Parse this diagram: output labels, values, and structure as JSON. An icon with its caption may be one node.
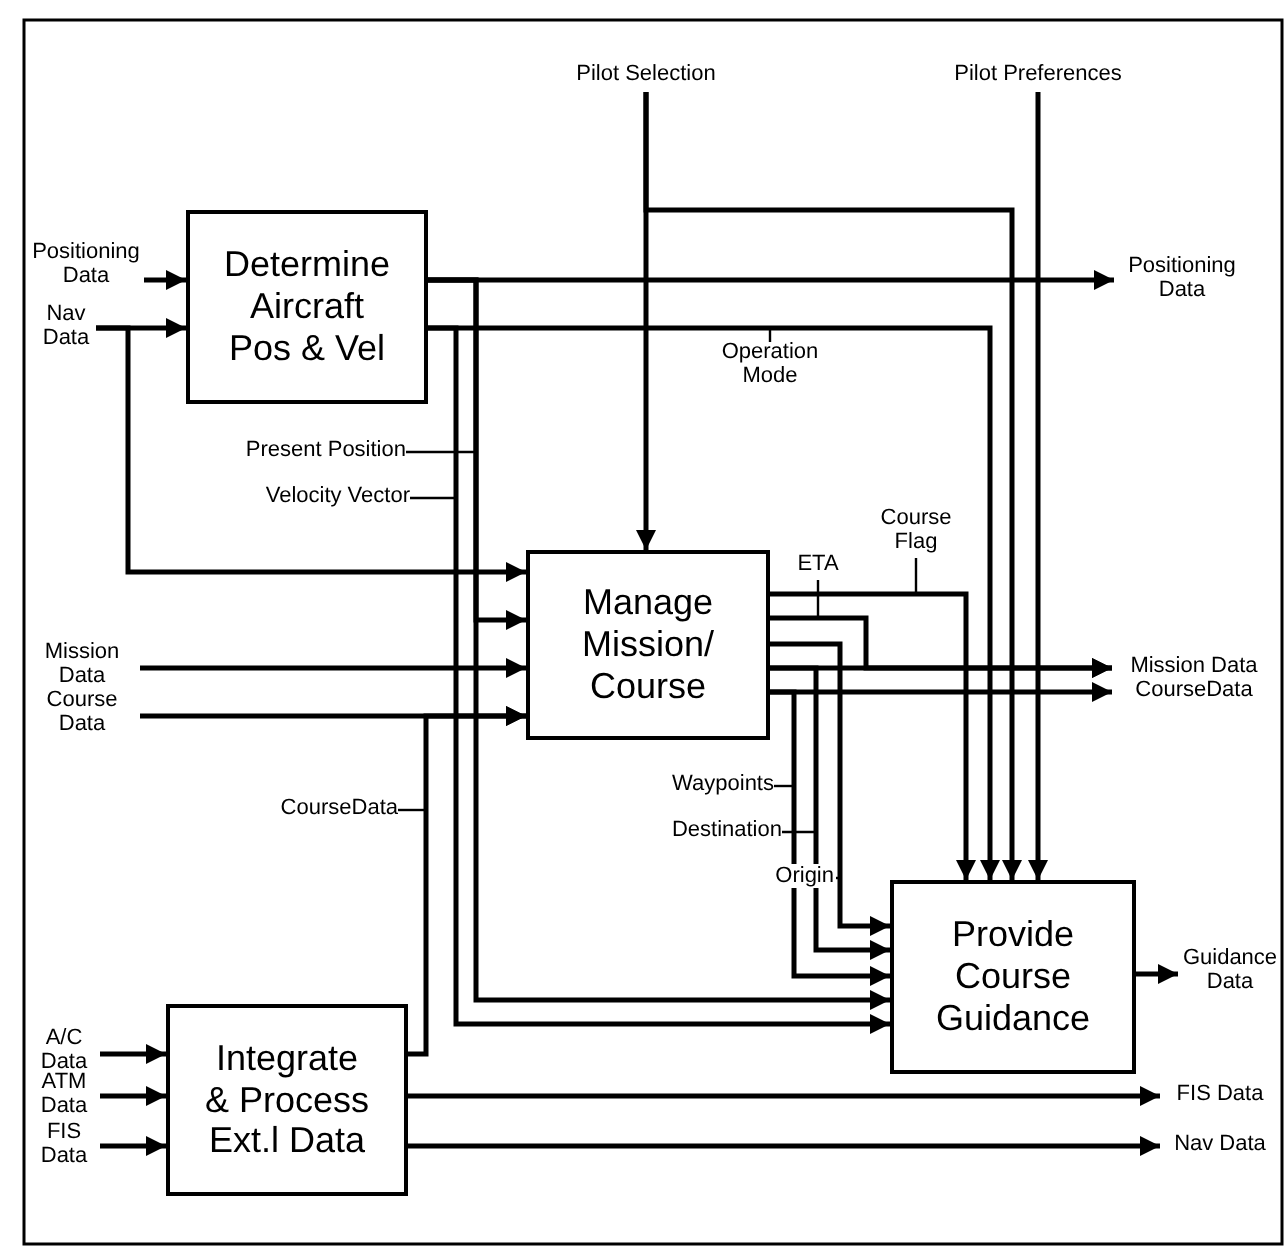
{
  "diagram": {
    "nodes": [
      {
        "text": [
          "Pilot Selection"
        ]
      },
      {
        "text": [
          "Pilot Preferences"
        ]
      },
      {
        "text": [
          "Positioning Data"
        ]
      },
      {
        "text": [
          "Nav Data"
        ]
      },
      {
        "text": [
          "Determine Aircraft Pos & Vel"
        ]
      },
      {
        "text": [
          "Positioning Data"
        ]
      },
      {
        "text": [
          "Mission Data"
        ]
      },
      {
        "text": [
          "Course Data"
        ]
      },
      {
        "text": [
          "Manage Mission/ Course"
        ]
      },
      {
        "text": [
          "Mission Data"
        ]
      },
      {
        "text": [
          "CourseData"
        ]
      },
      {
        "text": [
          "Provide Course Guidance"
        ]
      },
      {
        "text": [
          "Guidance Data"
        ]
      },
      {
        "text": [
          "A/C Data"
        ]
      },
      {
        "text": [
          "ATM Data"
        ]
      },
      {
        "text": [
          "FIS Data"
        ]
      },
      {
        "text": [
          "Integrate & Process Ext.l Data"
        ]
      },
      {
        "text": [
          "FIS Data"
        ]
      },
      {
        "text": [
          "Nav Data"
        ]
      }
    ],
    "edges": [
      {
        "from": 2,
        "to": 4,
        "arrow": "to"
      },
      {
        "from": 3,
        "to": 4,
        "arrow": "to"
      },
      {
        "from": 3,
        "to": 8,
        "arrow": "to"
      },
      {
        "from": 0,
        "to": 8,
        "arrow": "to"
      },
      {
        "from": 0,
        "to": 11,
        "arrow": "to"
      },
      {
        "from": 1,
        "to": 11,
        "arrow": "to"
      },
      {
        "from": 4,
        "to": 5,
        "arrow": "to"
      },
      {
        "from": 4,
        "to": 11,
        "arrow": "to",
        "label": "Operation Mode"
      },
      {
        "from": 4,
        "to": 8,
        "arrow": "to",
        "label": "Present Position"
      },
      {
        "from": 4,
        "to": 11,
        "arrow": "to"
      },
      {
        "from": 4,
        "to": 11,
        "arrow": "to",
        "label": "Velocity Vector"
      },
      {
        "from": 6,
        "to": 8,
        "arrow": "to"
      },
      {
        "from": 7,
        "to": 8,
        "arrow": "to"
      },
      {
        "from": 16,
        "to": 8,
        "arrow": "to",
        "label": "CourseData"
      },
      {
        "from": 8,
        "to": 9,
        "arrow": "to",
        "label": "ETA"
      },
      {
        "from": 8,
        "to": 11,
        "arrow": "to",
        "label": "Course Flag"
      },
      {
        "from": 8,
        "to": 11,
        "arrow": "to",
        "label": "Origin"
      },
      {
        "from": 8,
        "to": 11,
        "arrow": "to",
        "label": "Destination"
      },
      {
        "from": 8,
        "to": 11,
        "arrow": "to",
        "label": "Waypoints"
      },
      {
        "from": 8,
        "to": 9,
        "arrow": "to"
      },
      {
        "from": 8,
        "to": 10,
        "arrow": "to"
      },
      {
        "from": 11,
        "to": 12,
        "arrow": "to"
      },
      {
        "from": 13,
        "to": 16,
        "arrow": "to"
      },
      {
        "from": 14,
        "to": 16,
        "arrow": "to"
      },
      {
        "from": 15,
        "to": 16,
        "arrow": "to"
      },
      {
        "from": 16,
        "to": 17,
        "arrow": "to"
      },
      {
        "from": 16,
        "to": 18,
        "arrow": "to"
      }
    ]
  }
}
